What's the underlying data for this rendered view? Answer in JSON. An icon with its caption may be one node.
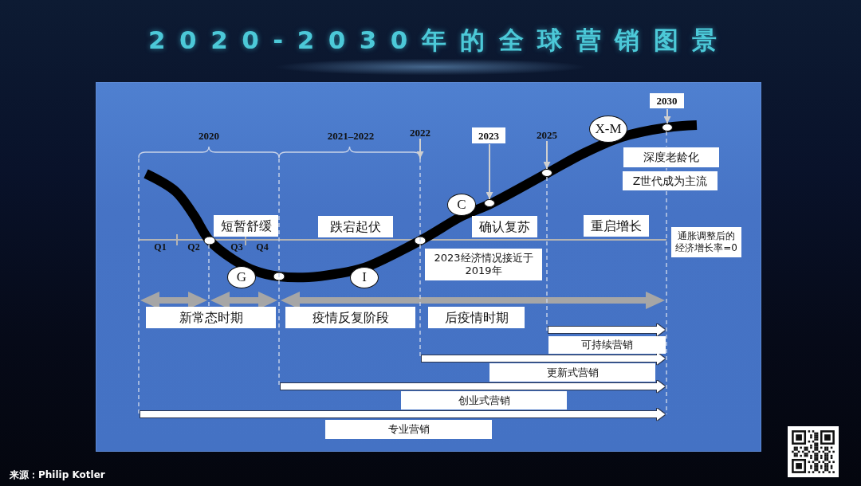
{
  "diagram": {
    "title": "2020-2030年的全球营销图景",
    "caption": "来源：Philip Kotler",
    "nodes": [
      {
        "text": [
          "2030"
        ]
      },
      {
        "text": [
          "2022"
        ]
      },
      {
        "text": [
          "2023"
        ]
      },
      {
        "text": [
          "2025"
        ]
      },
      {
        "text": [
          "X-M"
        ]
      },
      {
        "text": [],
        "shape": "circle"
      },
      {
        "text": [
          "深度老龄化"
        ]
      },
      {
        "text": [],
        "shape": "circle"
      },
      {
        "text": [
          "Z世代成为主流"
        ]
      },
      {
        "text": [
          "C"
        ]
      },
      {
        "text": [],
        "shape": "circle"
      },
      {
        "text": [
          "短暂舒缓"
        ]
      },
      {
        "text": [
          "跌宕起伏"
        ]
      },
      {
        "text": [
          "确认复苏"
        ]
      },
      {
        "text": [
          "重启增长"
        ]
      },
      {
        "text": [
          "通胀调整后的经济增长率=0"
        ]
      },
      {
        "text": [
          "2023经济情况接近于2019年"
        ]
      },
      {
        "text": [
          "G"
        ]
      },
      {
        "text": [
          "I"
        ]
      },
      {
        "text": [
          "新常态时期"
        ]
      },
      {
        "text": [
          "疫情反复阶段"
        ]
      },
      {
        "text": [
          "后疫情时期"
        ]
      },
      {
        "text": [
          "可持续营销"
        ]
      },
      {
        "text": [
          "更新式营销"
        ]
      },
      {
        "text": [
          "创业式营销"
        ]
      },
      {
        "text": [
          "专业营销"
        ]
      },
      {
        "text": [],
        "shape": "line"
      },
      {
        "text": [],
        "shape": "line"
      },
      {
        "text": [],
        "shape": "line"
      },
      {
        "text": [],
        "shape": "line"
      },
      {
        "text": [],
        "shape": "line"
      },
      {
        "text": [],
        "shape": "line"
      }
    ],
    "edges": [
      {
        "from": 1,
        "to": 29,
        "arrow": "to"
      },
      {
        "from": 2,
        "to": 10,
        "arrow": "to"
      },
      {
        "from": 3,
        "to": 7,
        "arrow": "to"
      },
      {
        "from": 0,
        "to": 5,
        "arrow": "to"
      },
      {
        "from": 26,
        "to": 27,
        "arrow": "both"
      },
      {
        "from": 27,
        "to": 28,
        "arrow": "both"
      },
      {
        "from": 28,
        "to": 31,
        "arrow": "both"
      },
      {
        "from": 30,
        "to": 31,
        "arrow": "to",
        "color": "#ffffff"
      },
      {
        "from": 29,
        "to": 31,
        "arrow": "to",
        "color": "#ffffff"
      },
      {
        "from": 28,
        "to": 31,
        "arrow": "to",
        "color": "#ffffff"
      },
      {
        "from": 26,
        "to": 31,
        "arrow": "to",
        "color": "#ffffff"
      }
    ],
    "labels": [
      "2020",
      "2021–2022",
      "Q1",
      "Q2",
      "Q3",
      "Q4"
    ]
  }
}
